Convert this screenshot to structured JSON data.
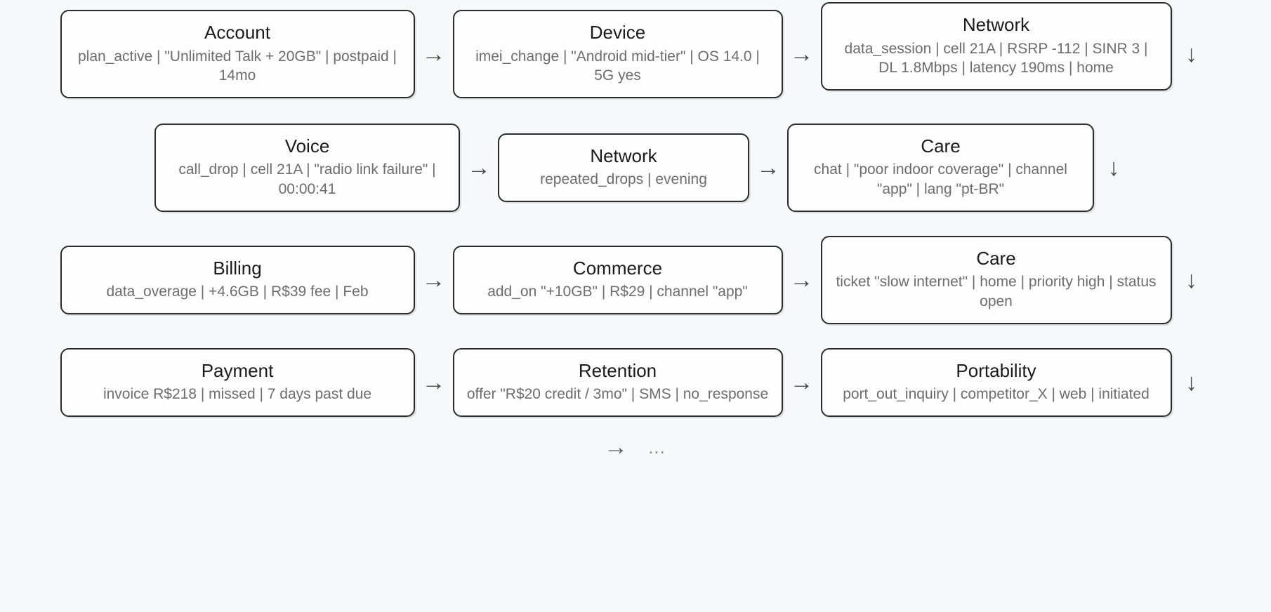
{
  "diagram": {
    "background_color": "#f7f8fa",
    "card_border_color": "#2b2b2b",
    "card_fill_color": "#fdfdfd",
    "title_color": "#1b1b1b",
    "body_color": "#6d6d6d"
  },
  "rows": [
    {
      "cards": [
        {
          "title": "Account",
          "body": "plan_active | \"Unlimited Talk + 20GB\" | postpaid | 14mo"
        },
        {
          "title": "Device",
          "body": "imei_change | \"Android mid-tier\" | OS 14.0 | 5G yes"
        },
        {
          "title": "Network",
          "body": "data_session | cell 21A | RSRP -112 | SINR 3 | DL 1.8Mbps | latency 190ms | home"
        }
      ],
      "connector": "arrow-right",
      "row_end_connector": "arrow-down"
    },
    {
      "cards": [
        {
          "title": "Voice",
          "body": "call_drop | cell 21A | \"radio link failure\" | 00:00:41"
        },
        {
          "title": "Network",
          "body": "repeated_drops | evening"
        },
        {
          "title": "Care",
          "body": "chat | \"poor indoor coverage\" | channel \"app\" | lang \"pt-BR\""
        }
      ],
      "connector": "arrow-right",
      "row_end_connector": "arrow-down"
    },
    {
      "cards": [
        {
          "title": "Billing",
          "body": "data_overage | +4.6GB | R$39 fee | Feb"
        },
        {
          "title": "Commerce",
          "body": "add_on \"+10GB\" | R$29 | channel \"app\""
        },
        {
          "title": "Care",
          "body": "ticket \"slow internet\" | home | priority high | status open"
        }
      ],
      "connector": "arrow-right",
      "row_end_connector": "arrow-down"
    },
    {
      "cards": [
        {
          "title": "Payment",
          "body": "invoice R$218 | missed | 7 days past due"
        },
        {
          "title": "Retention",
          "body": "offer \"R$20 credit / 3mo\" | SMS | no_response"
        },
        {
          "title": "Portability",
          "body": "port_out_inquiry | competitor_X | web | initiated"
        }
      ],
      "connector": "arrow-right",
      "row_end_connector": "arrow-down"
    }
  ],
  "glyphs": {
    "arrow_right": "→",
    "arrow_down": "↓",
    "ellipsis": "…"
  },
  "footer": {
    "arrow": "→",
    "ellipsis": "…"
  }
}
